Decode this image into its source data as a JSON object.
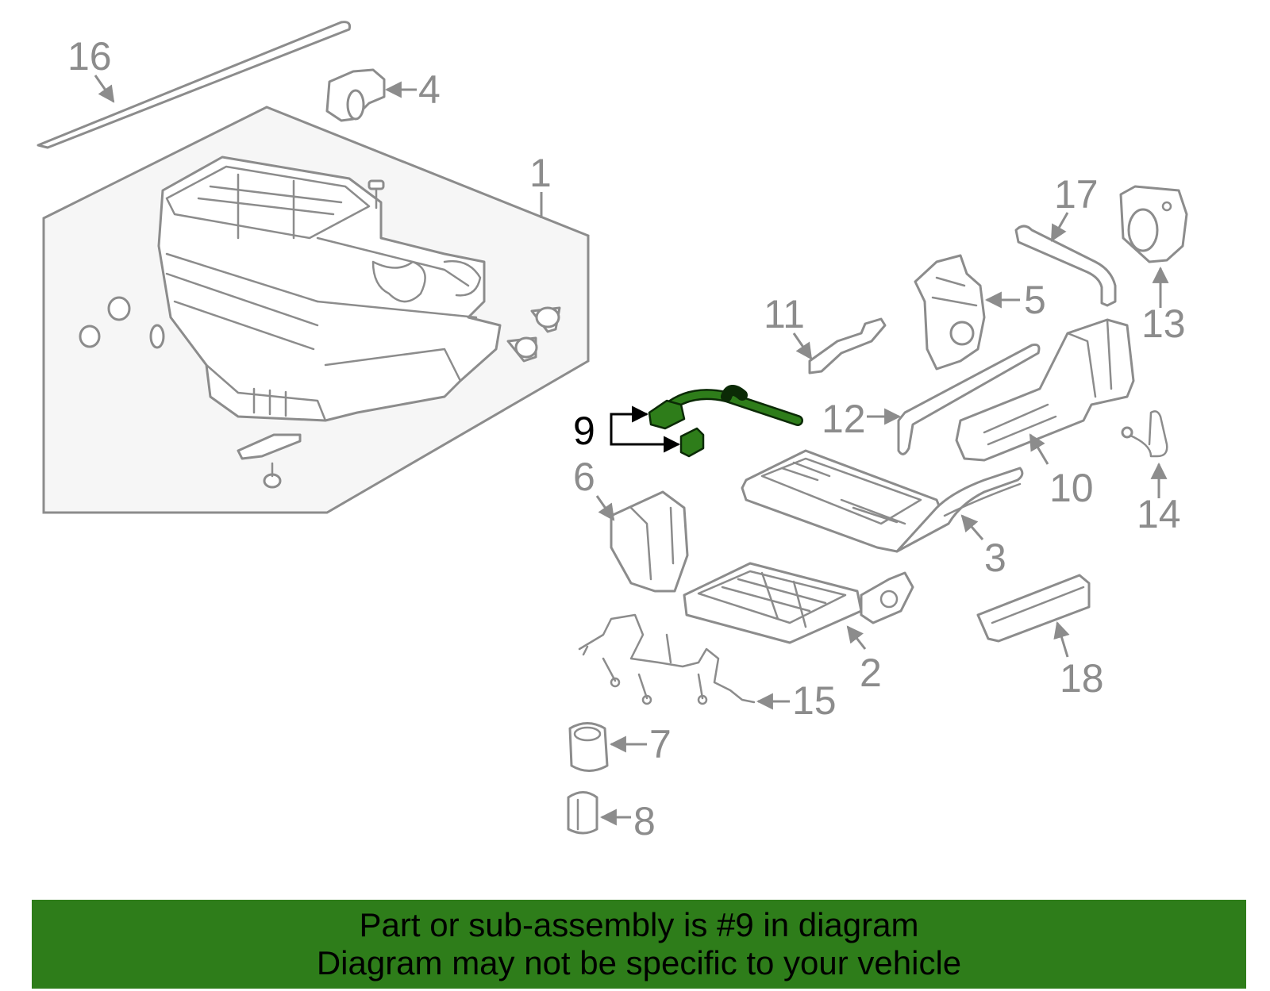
{
  "callouts": {
    "c1": "1",
    "c2": "2",
    "c3": "3",
    "c4": "4",
    "c5": "5",
    "c6": "6",
    "c7": "7",
    "c8": "8",
    "c9": "9",
    "c10": "10",
    "c11": "11",
    "c12": "12",
    "c13": "13",
    "c14": "14",
    "c15": "15",
    "c16": "16",
    "c17": "17",
    "c18": "18"
  },
  "highlighted_part": "9",
  "colors": {
    "highlight": "#2e7d1a",
    "parts": "#8c8c8c",
    "background": "#ffffff"
  },
  "banner": {
    "line1": "Part or sub-assembly is #9 in diagram",
    "line2": "Diagram may not be specific to your vehicle"
  }
}
